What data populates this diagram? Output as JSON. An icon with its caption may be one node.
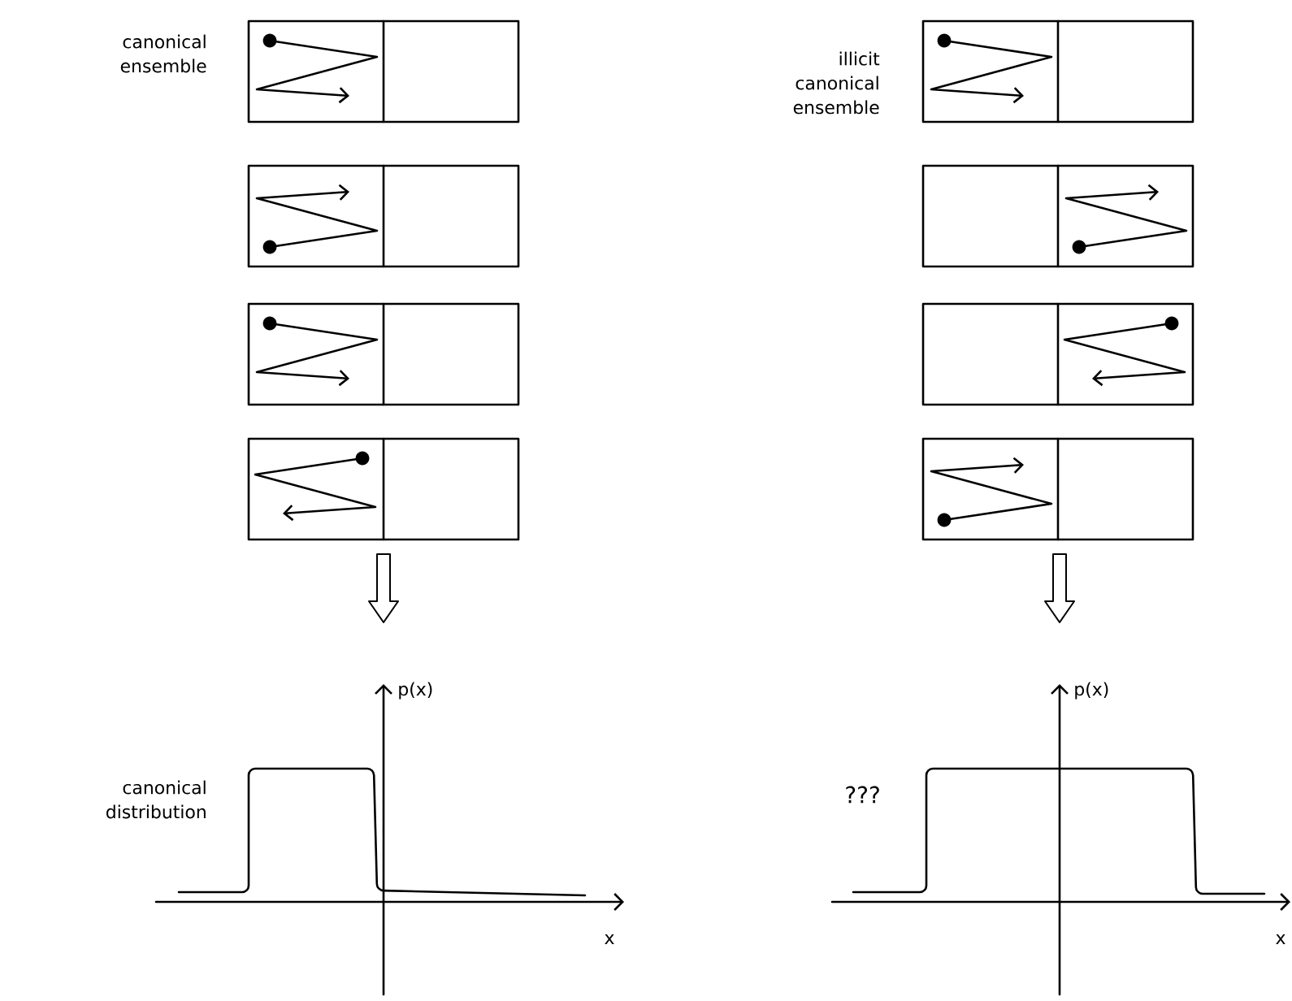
{
  "diagram": {
    "labels": [
      "canonical ensemble",
      "illicit canonical ensemble",
      "p(x)",
      "p(x)",
      "canonical distribution",
      "???",
      "x",
      "x"
    ]
  }
}
